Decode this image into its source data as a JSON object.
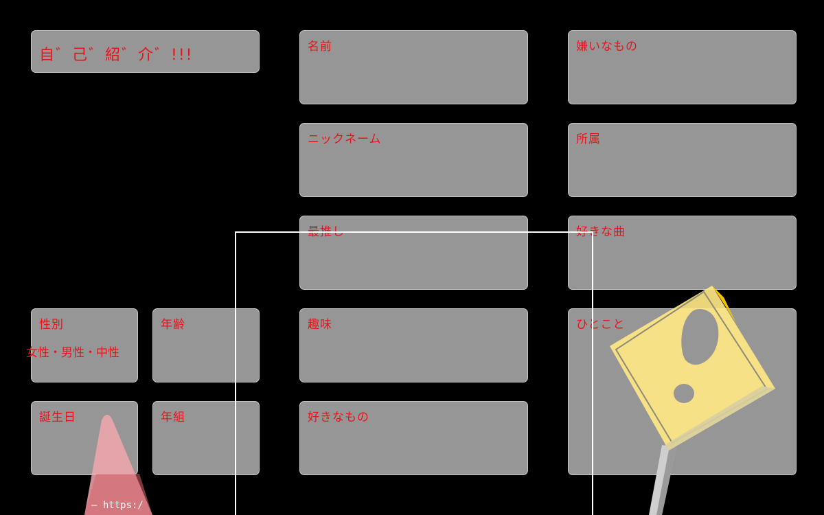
{
  "profile_card": {
    "title": "自゛己゛紹゛介゛!!!",
    "fields": {
      "name": "名前",
      "nickname": "ニックネーム",
      "oshi": "最推し",
      "hobby": "趣味",
      "likes": "好きなもの",
      "dislikes": "嫌いなもの",
      "affiliation": "所属",
      "favorite_song": "好きな曲",
      "comment": "ひとこと",
      "gender": "性別",
      "gender_options": "女性・男性・中性",
      "age": "年齢",
      "birthday": "誕生日",
      "grade_class": "年組"
    }
  },
  "footer": {
    "url_text": "— https:/"
  },
  "colors": {
    "background": "#000000",
    "card_fill": "#969696",
    "label_text": "#e8141b",
    "sign_yellow": "#ffe784",
    "cone_pink": "#f0a0a8"
  },
  "icons": {
    "sign": "exclamation-sign-icon",
    "cone": "party-cone-icon"
  }
}
